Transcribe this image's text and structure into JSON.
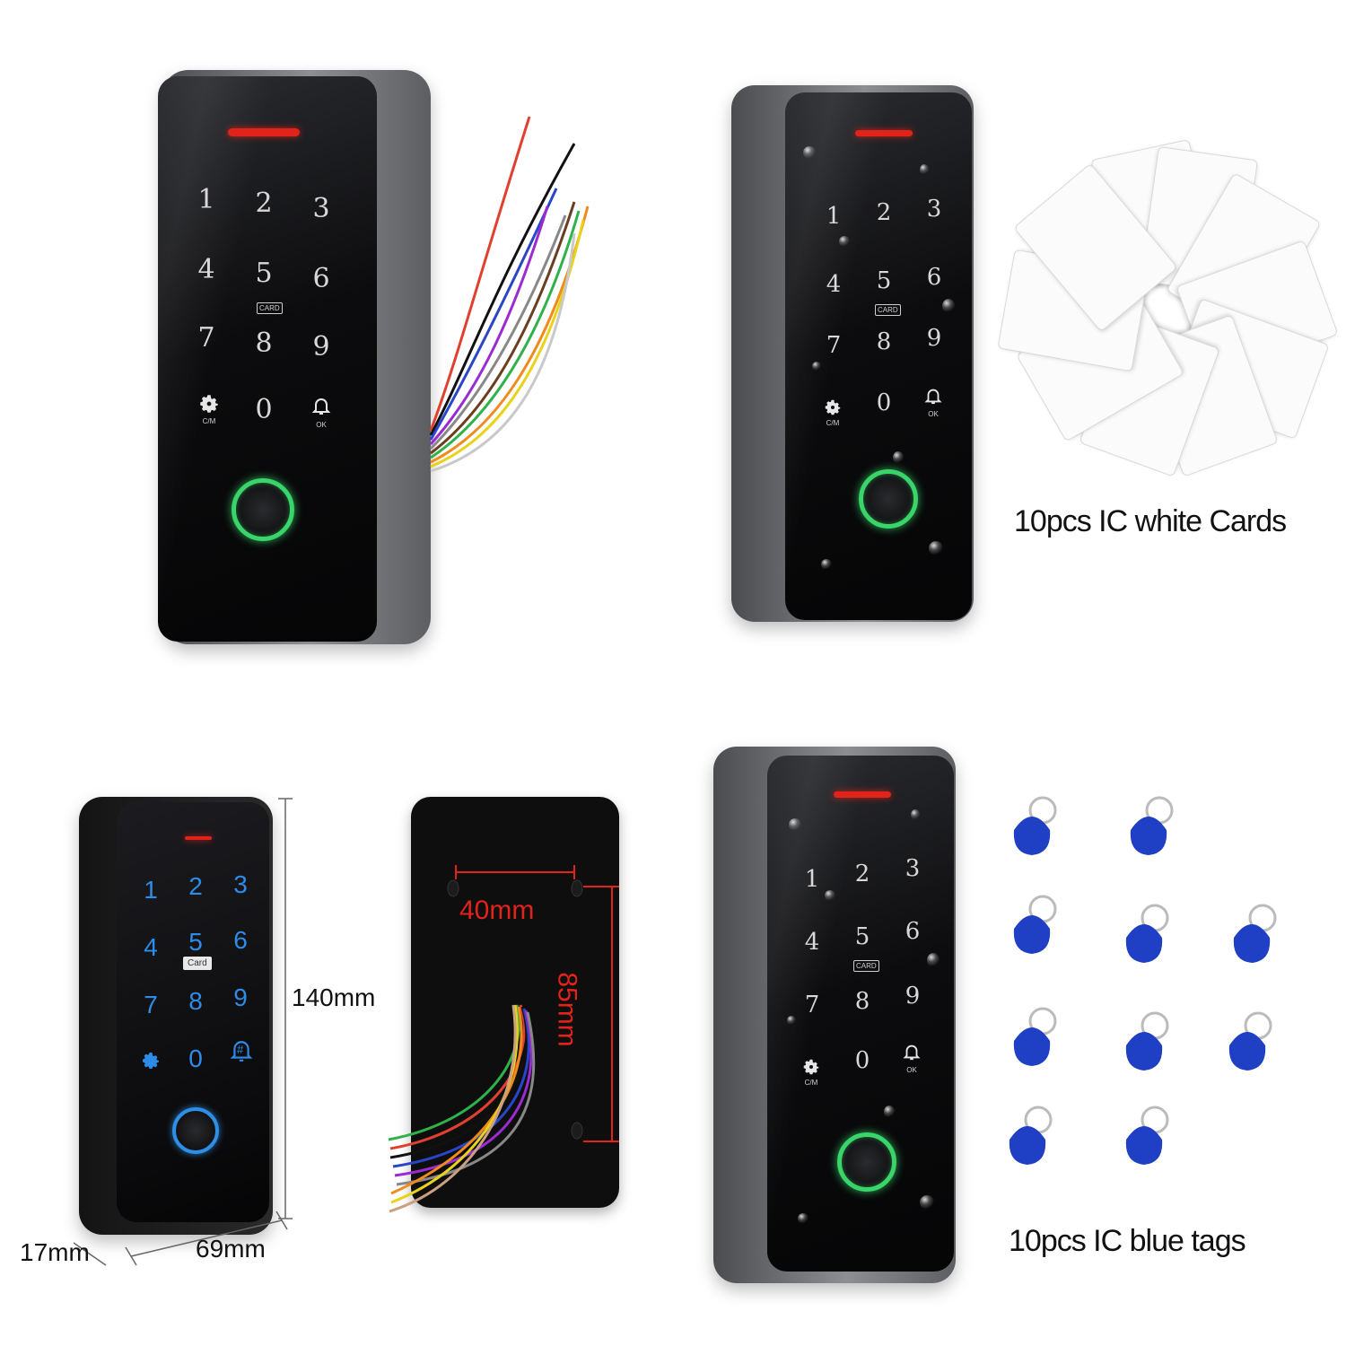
{
  "keypad": {
    "keys": [
      "1",
      "2",
      "3",
      "4",
      "5",
      "6",
      "7",
      "8",
      "9",
      "0"
    ],
    "card_text": "CARD",
    "card_text_blue": "Card",
    "cm_text": "C/M",
    "ok_text": "OK",
    "hash_text": "#"
  },
  "labels": {
    "white_cards": "10pcs IC white Cards",
    "blue_tags": "10pcs IC blue tags"
  },
  "dimensions": {
    "height": "140mm",
    "depth": "17mm",
    "width": "69mm",
    "hole_spacing_h": "40mm",
    "hole_spacing_v": "85mm"
  },
  "colors": {
    "led_red": "#e2231a",
    "fingerprint_green": "#39d46a",
    "key_blue": "#2d8ce8",
    "tag_blue": "#1f3fc4"
  },
  "counts": {
    "white_cards": 10,
    "blue_tags": 10
  }
}
